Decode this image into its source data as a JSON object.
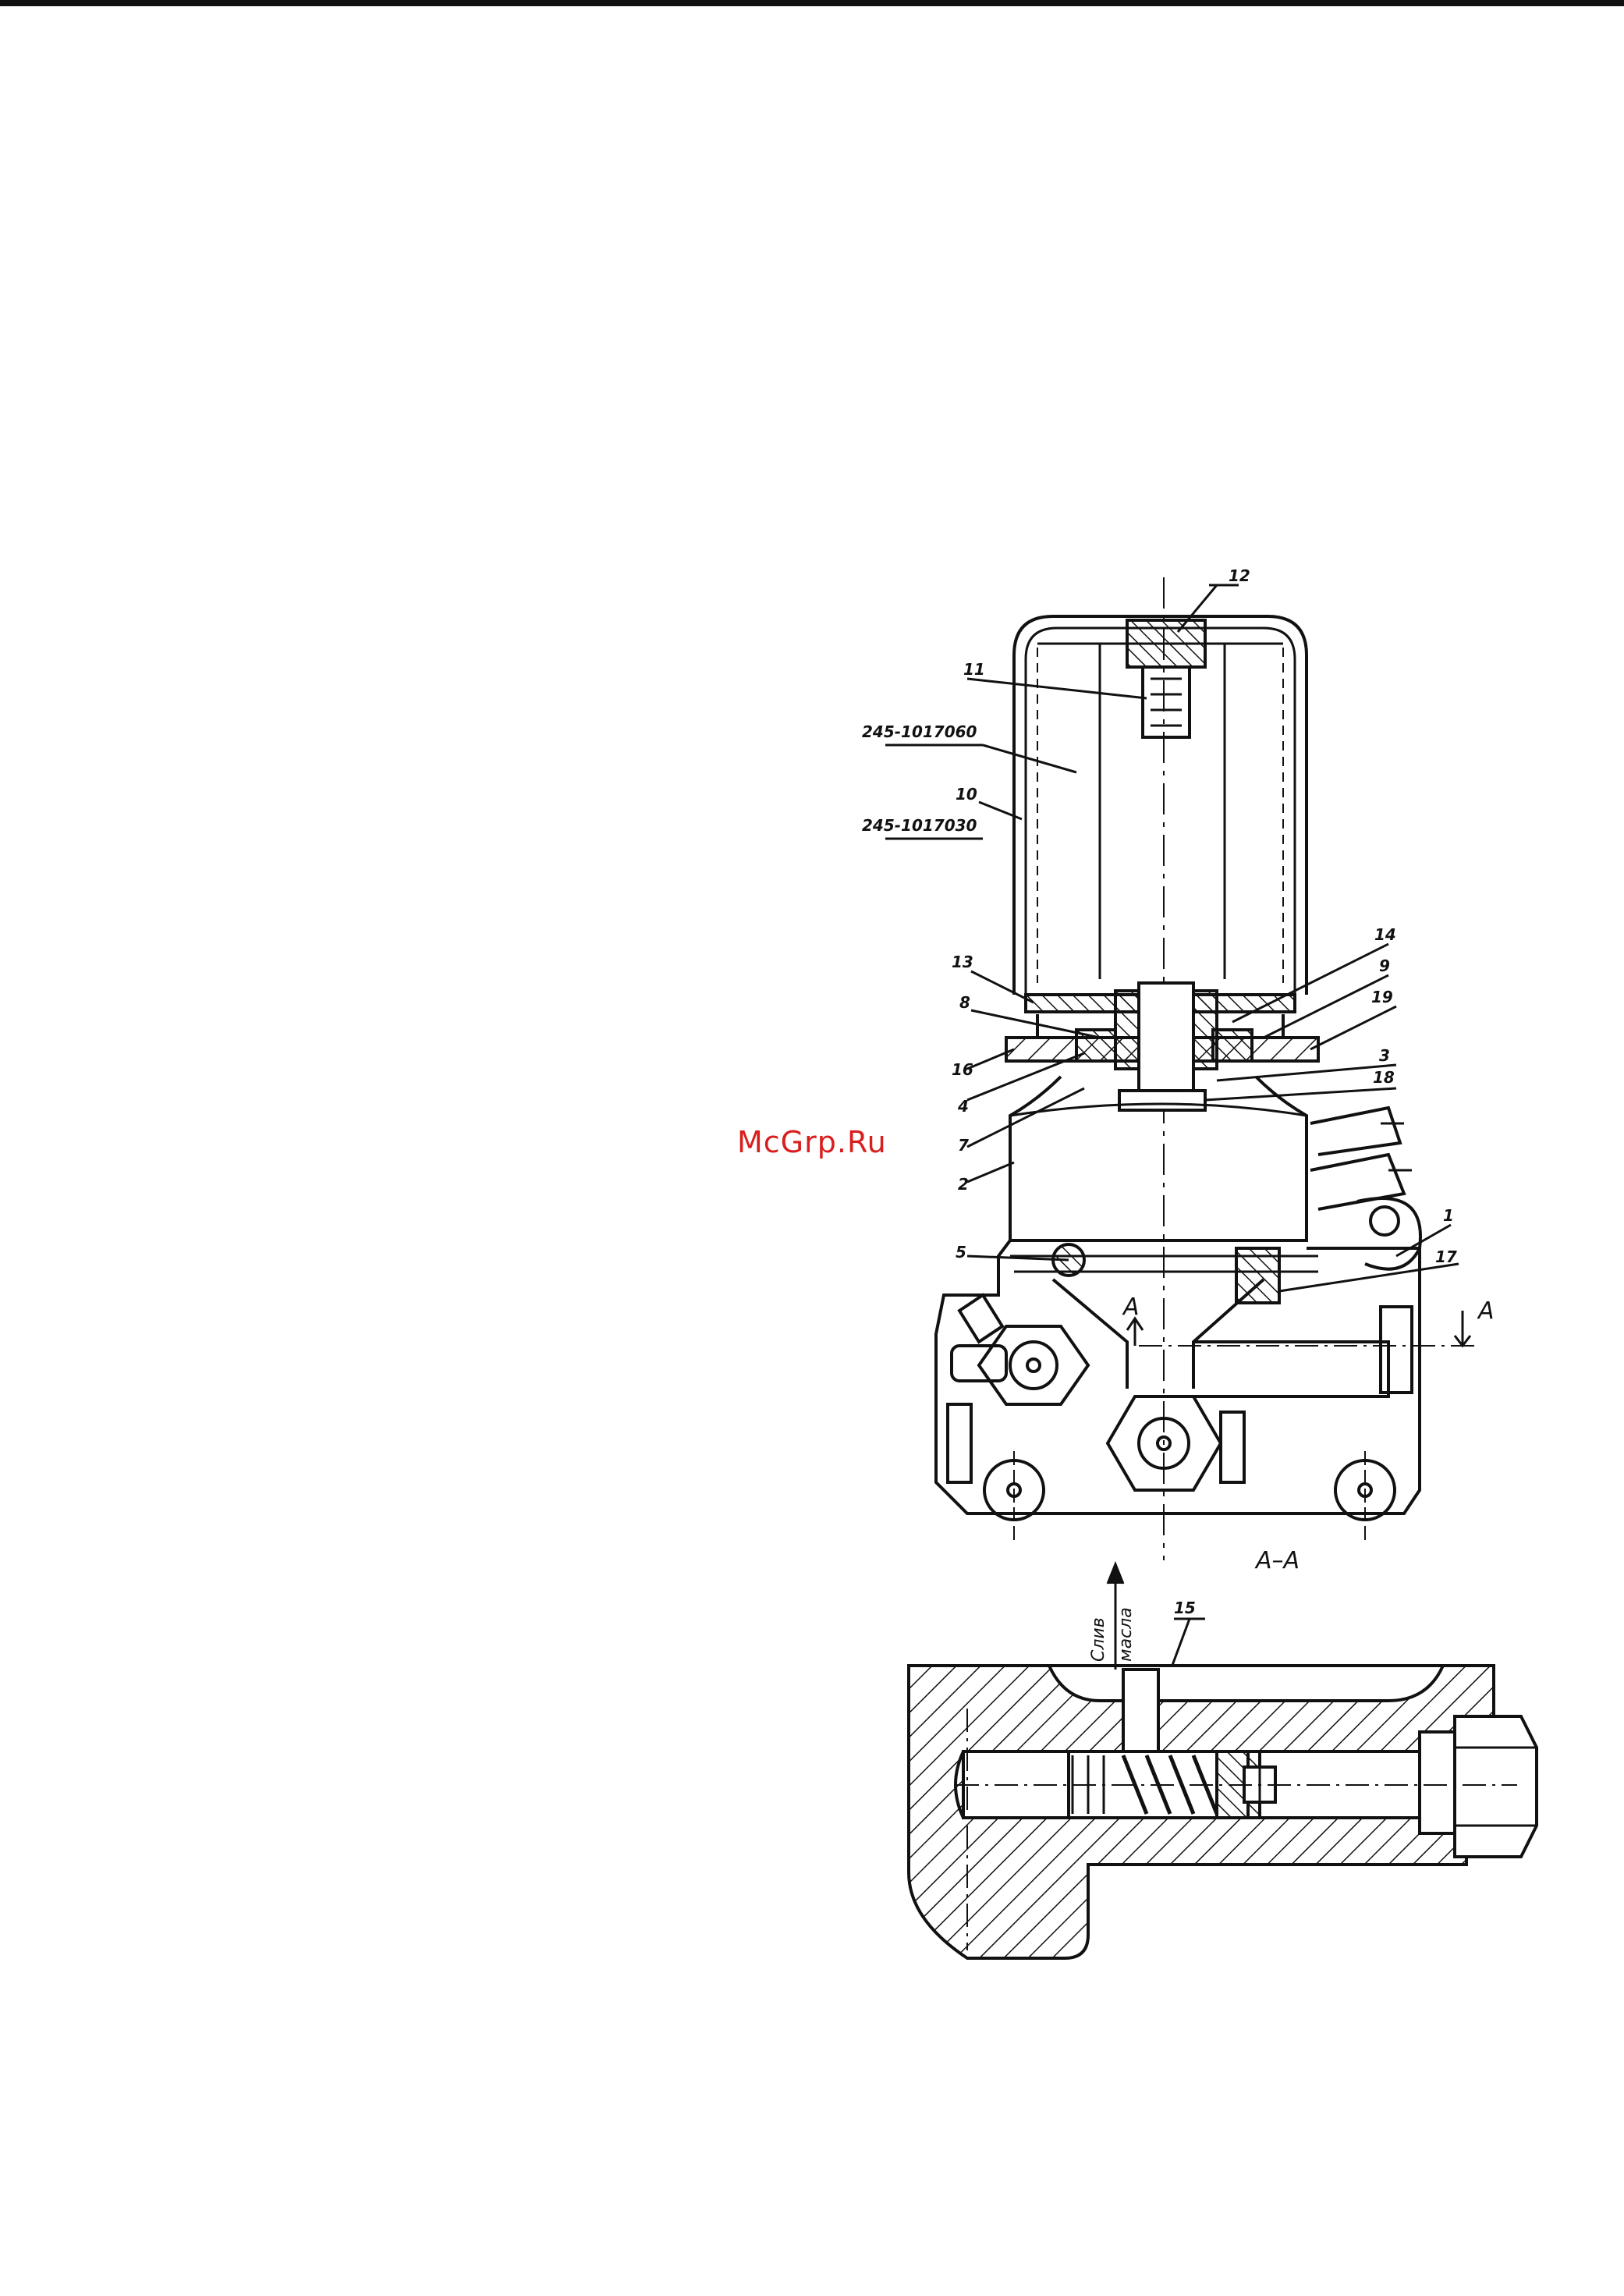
{
  "watermark": "McGrp.Ru",
  "callouts": {
    "c1": "1",
    "c2": "2",
    "c3": "3",
    "c4": "4",
    "c5": "5",
    "c7": "7",
    "c8": "8",
    "c9": "9",
    "c10": "10",
    "c11": "11",
    "c12": "12",
    "c13": "13",
    "c14": "14",
    "c15": "15",
    "c16": "16",
    "c17": "17",
    "c18": "18",
    "c19": "19"
  },
  "part_numbers": {
    "p1": "245-1017060",
    "p2": "245-1017030"
  },
  "section": {
    "marker": "A",
    "title": "A–A"
  },
  "flow_label": {
    "line1": "Слив",
    "line2": "масла"
  },
  "colors": {
    "line": "#111111",
    "watermark": "#d91e1e"
  }
}
